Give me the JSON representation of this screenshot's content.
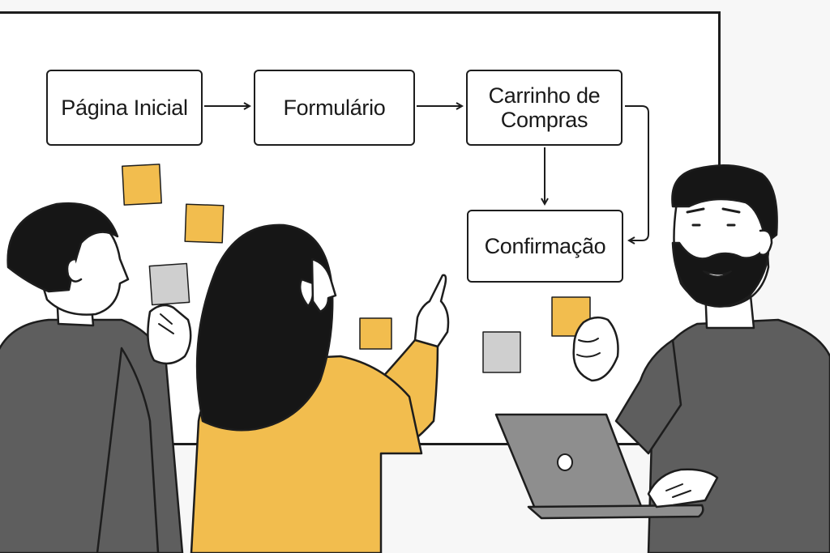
{
  "flowchart": {
    "nodes": [
      {
        "id": "n1",
        "label": "Página Inicial"
      },
      {
        "id": "n2",
        "label": "Formulário"
      },
      {
        "id": "n3",
        "label": "Carrinho de\nCompras"
      },
      {
        "id": "n4",
        "label": "Confirmação"
      }
    ],
    "edges": [
      {
        "from": "Página Inicial",
        "to": "Formulário"
      },
      {
        "from": "Formulário",
        "to": "Carrinho de Compras"
      },
      {
        "from": "Carrinho de Compras",
        "to": "Confirmação"
      },
      {
        "from": "Carrinho de Compras",
        "to": "Confirmação",
        "route": "side-loop"
      }
    ]
  },
  "colors": {
    "ink": "#1d1d1d",
    "sticky_yellow": "#f2bd4e",
    "sticky_gray": "#cfcfcf",
    "sweater_yellow": "#f2bd4e",
    "sweater_gray": "#5e5e5e",
    "hair": "#161616",
    "laptop": "#8e8e8e"
  },
  "scene": {
    "people": [
      "person-left-gray-sweater",
      "woman-yellow-sweater-pointing",
      "bearded-man-with-laptop"
    ],
    "sticky_notes": [
      {
        "color": "yellow"
      },
      {
        "color": "yellow"
      },
      {
        "color": "gray"
      },
      {
        "color": "yellow"
      },
      {
        "color": "gray"
      },
      {
        "color": "yellow"
      }
    ]
  }
}
